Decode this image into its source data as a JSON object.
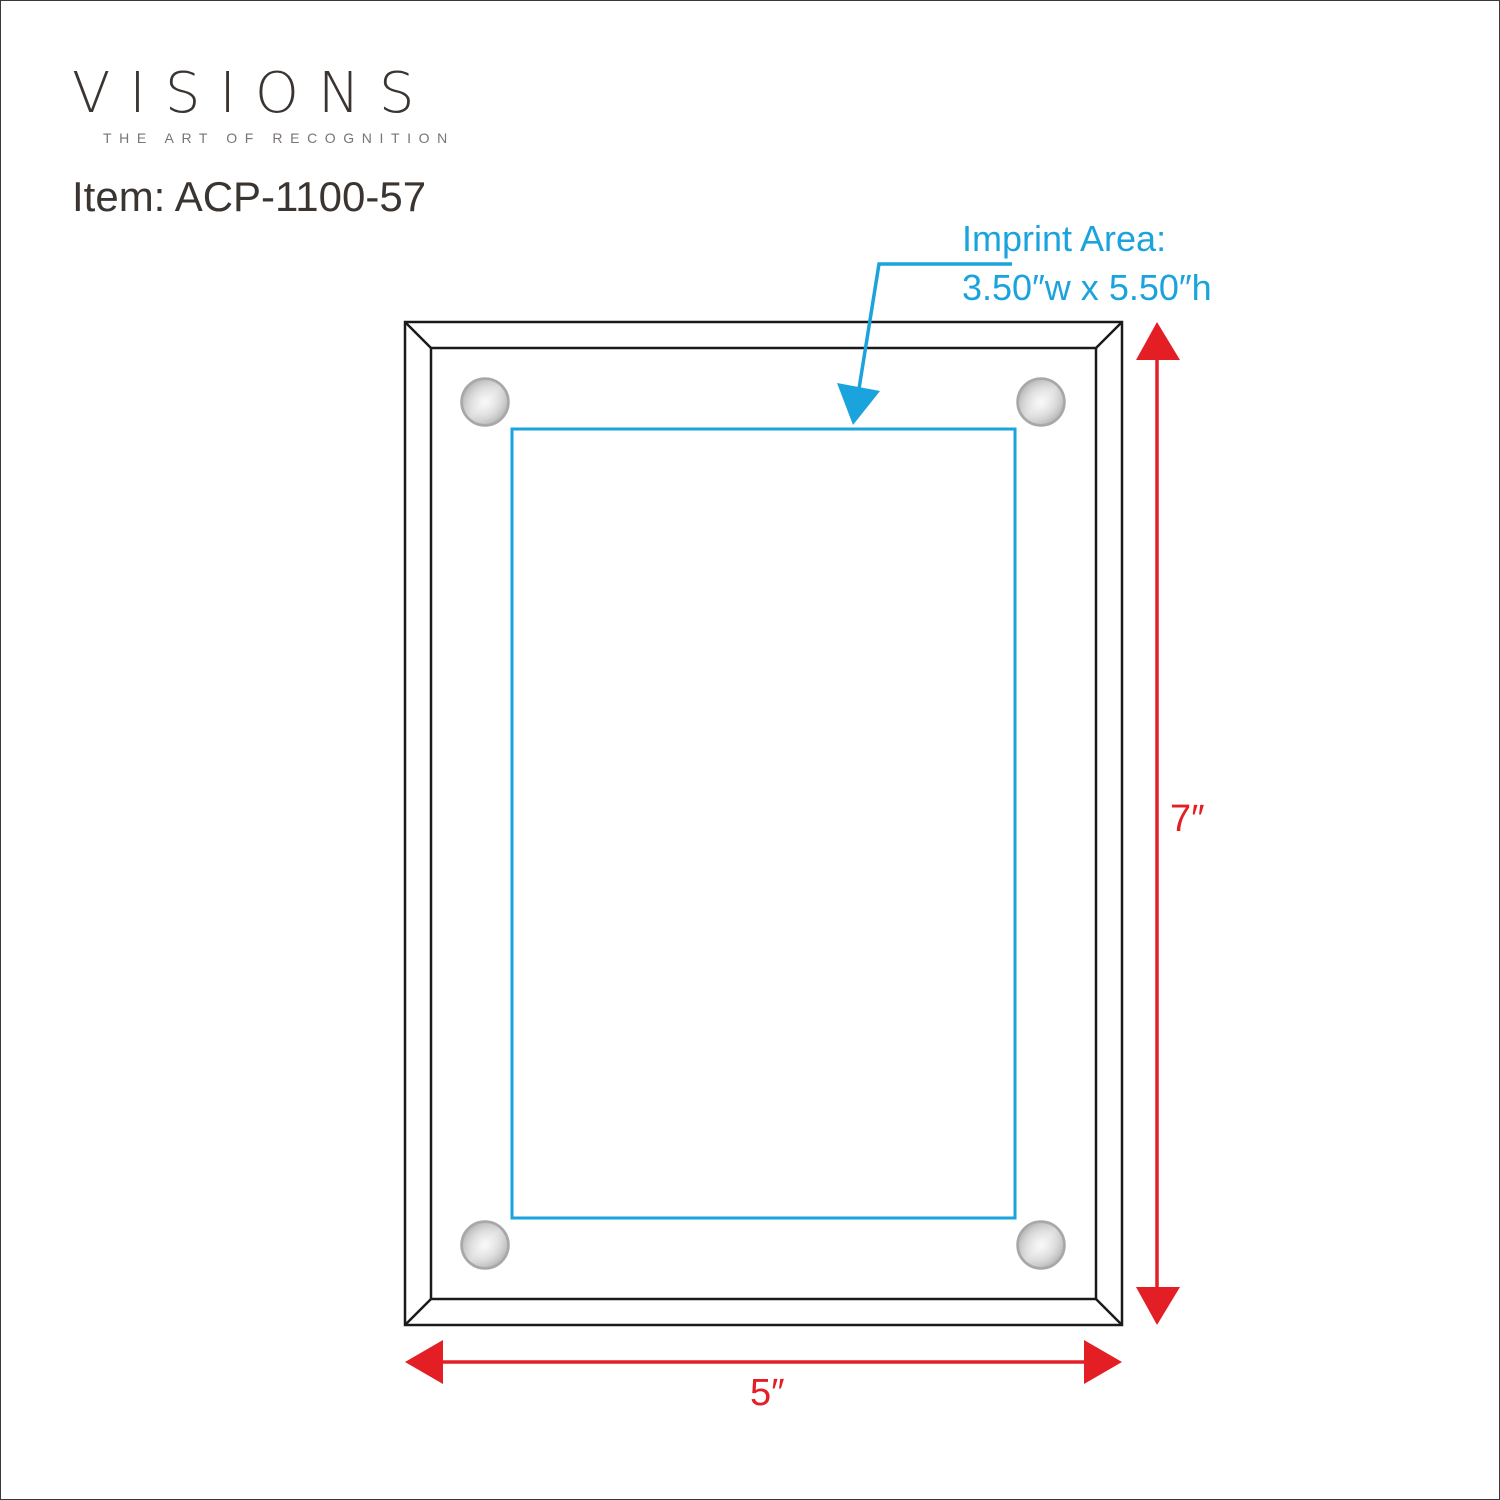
{
  "brand": {
    "name": "VISIONS",
    "tagline": "THE ART OF RECOGNITION"
  },
  "item": {
    "label": "Item: ACP-1100-57"
  },
  "imprint_area": {
    "title": "Imprint Area:",
    "dimensions": "3.50″w x 5.50″h"
  },
  "dimensions": {
    "height": "7″",
    "width": "5″"
  },
  "colors": {
    "imprint_blue": "#1aa3dc",
    "dimension_red": "#e31e24",
    "outline": "#1a1a1a",
    "text_dark": "#3b3532"
  },
  "icons": {
    "standoff": "standoff-icon",
    "arrow": "arrow-icon"
  }
}
